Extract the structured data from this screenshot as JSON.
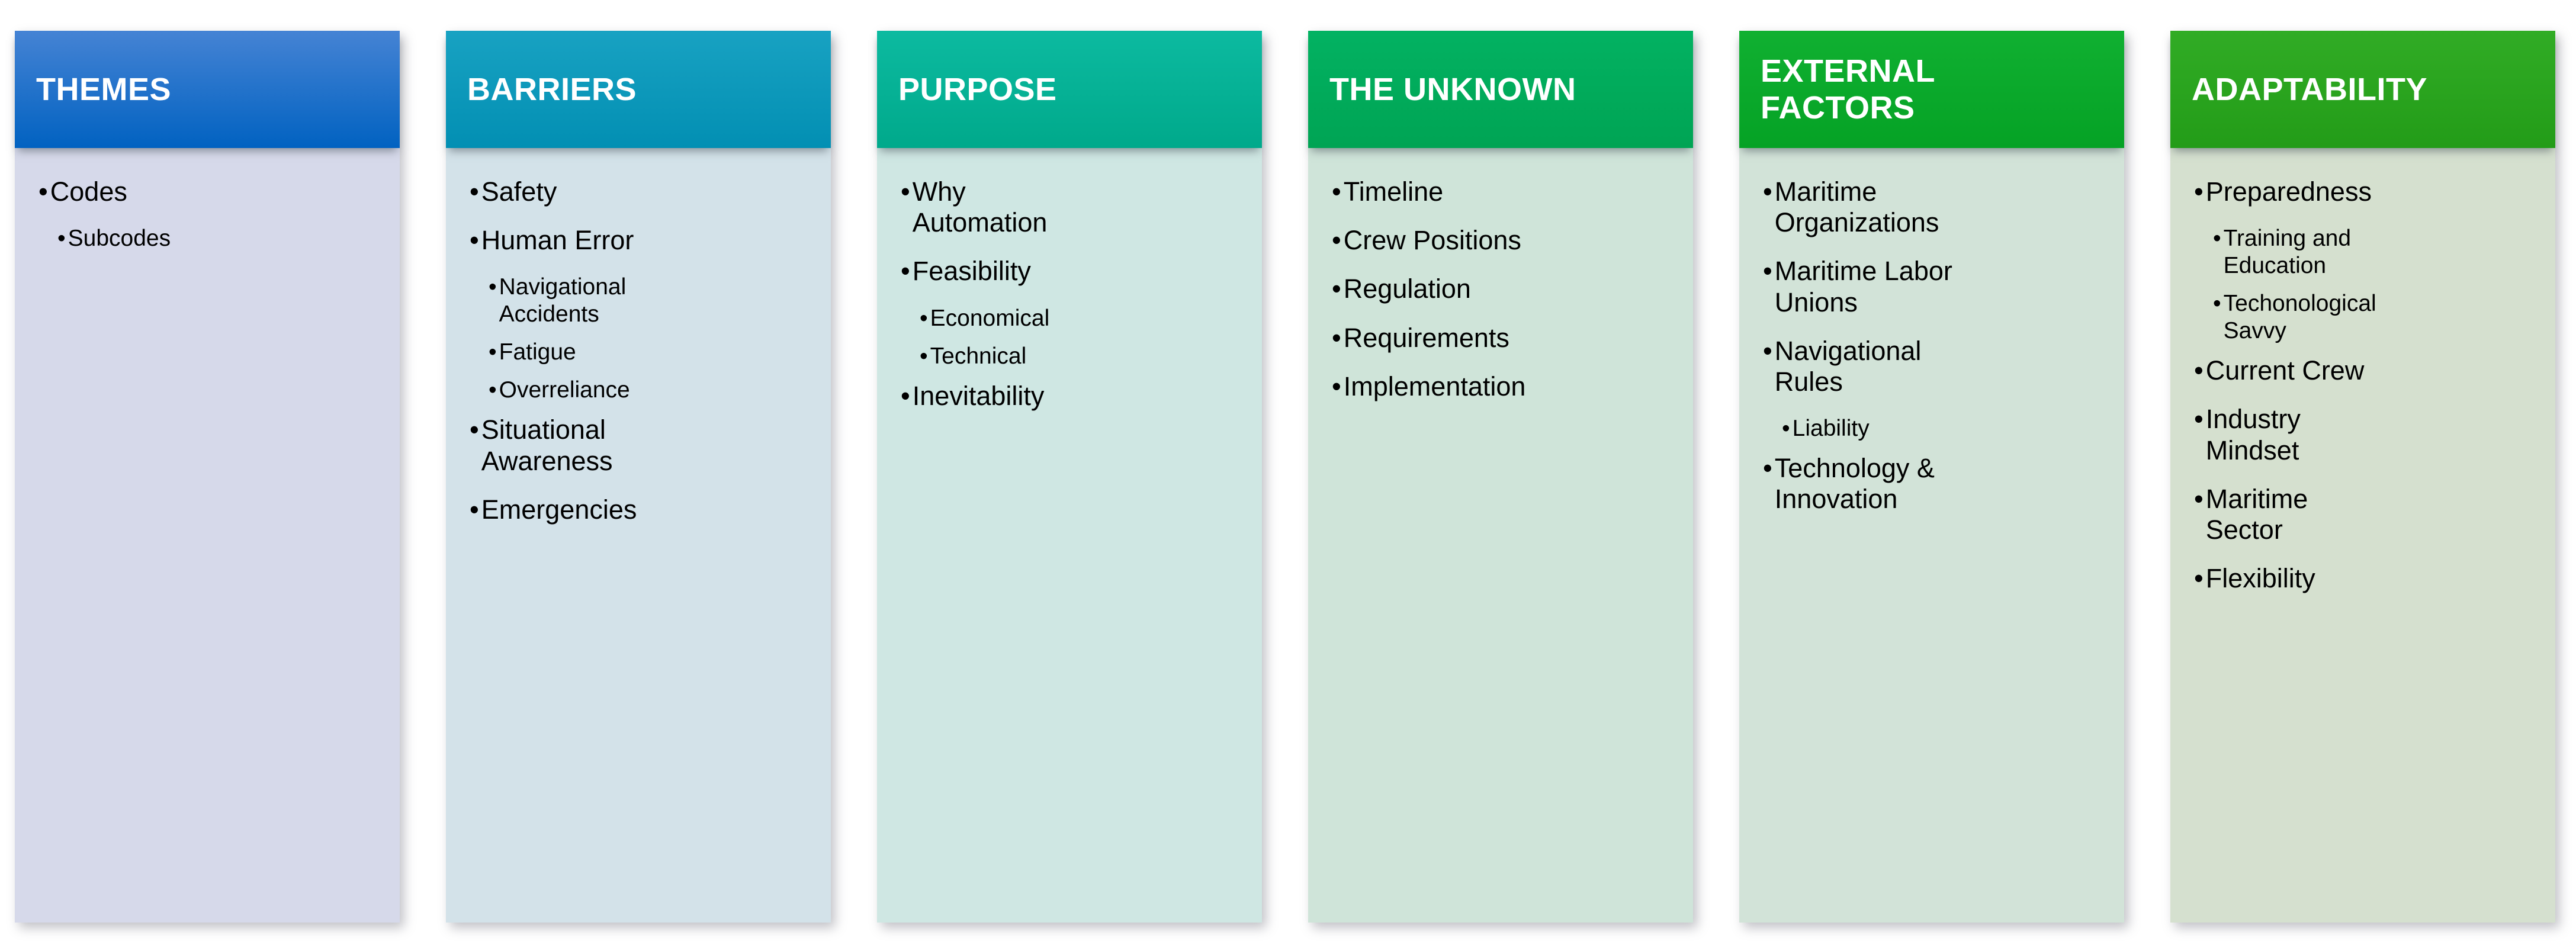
{
  "board": {
    "description": "Six-column thematic coding diagram",
    "header_text_color": "#ffffff",
    "item_text_color": "#000000",
    "background_color": "#ffffff",
    "columns": [
      {
        "title": "THEMES",
        "colors": {
          "header_top": "#4583d4",
          "header_bottom": "#0162c1",
          "body": "#d6d9ea"
        },
        "items": [
          {
            "text": "Codes",
            "level": 1
          },
          {
            "text": "Subcodes",
            "level": 2
          }
        ]
      },
      {
        "title": "BARRIERS",
        "colors": {
          "header_top": "#18a2c2",
          "header_bottom": "#028fb3",
          "body": "#d3e2e9"
        },
        "items": [
          {
            "text": "Safety",
            "level": 1
          },
          {
            "text": "Human Error",
            "level": 1
          },
          {
            "text": "Navigational\nAccidents",
            "level": 2
          },
          {
            "text": "Fatigue",
            "level": 2
          },
          {
            "text": "Overreliance",
            "level": 2
          },
          {
            "text": "Situational\nAwareness",
            "level": 1
          },
          {
            "text": "Emergencies",
            "level": 1
          }
        ]
      },
      {
        "title": "PURPOSE",
        "colors": {
          "header_top": "#0cbaa0",
          "header_bottom": "#00a98b",
          "body": "#cfe7e3"
        },
        "items": [
          {
            "text": "Why\nAutomation",
            "level": 1
          },
          {
            "text": "Feasibility",
            "level": 1
          },
          {
            "text": "Economical",
            "level": 2
          },
          {
            "text": "Technical",
            "level": 2
          },
          {
            "text": "Inevitability",
            "level": 1
          }
        ]
      },
      {
        "title": "THE UNKNOWN",
        "colors": {
          "header_top": "#02b262",
          "header_bottom": "#00a454",
          "body": "#cfe4d9"
        },
        "items": [
          {
            "text": "Timeline",
            "level": 1
          },
          {
            "text": "Crew Positions",
            "level": 1
          },
          {
            "text": "Regulation",
            "level": 1
          },
          {
            "text": "Requirements",
            "level": 1
          },
          {
            "text": "Implementation",
            "level": 1
          }
        ]
      },
      {
        "title": "EXTERNAL\nFACTORS",
        "colors": {
          "header_top": "#10b031",
          "header_bottom": "#05a225",
          "body": "#d2e3d8"
        },
        "items": [
          {
            "text": "Maritime\nOrganizations",
            "level": 1
          },
          {
            "text": "Maritime Labor\nUnions",
            "level": 1
          },
          {
            "text": "Navigational\nRules",
            "level": 1
          },
          {
            "text": "Liability",
            "level": 2
          },
          {
            "text": "Technology &\nInnovation",
            "level": 1
          }
        ]
      },
      {
        "title": "ADAPTABILITY",
        "colors": {
          "header_top": "#31ac25",
          "header_bottom": "#239c18",
          "body": "#d5e0cf"
        },
        "items": [
          {
            "text": "Preparedness",
            "level": 1
          },
          {
            "text": "Training and\nEducation",
            "level": 2
          },
          {
            "text": "Techonological\nSavvy",
            "level": 2
          },
          {
            "text": "Current Crew",
            "level": 1
          },
          {
            "text": "Industry\nMindset",
            "level": 1
          },
          {
            "text": "Maritime\nSector",
            "level": 1
          },
          {
            "text": "Flexibility",
            "level": 1
          }
        ]
      }
    ]
  }
}
